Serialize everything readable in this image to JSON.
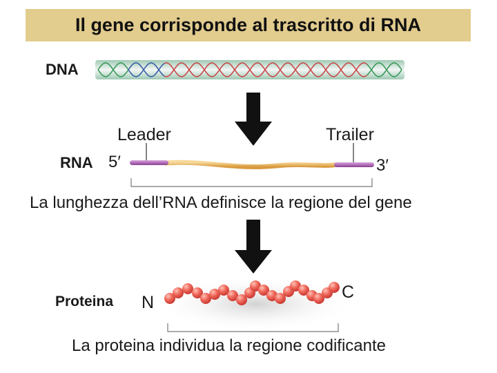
{
  "title": "Il gene corrisponde al trascritto di RNA",
  "colors": {
    "title_bg": "#e2cc8e",
    "dna_green": "#3a9a5a",
    "dna_blue": "#3b5fa8",
    "dna_red": "#c84a4a",
    "rna_body": "#e8b866",
    "rna_ends": "#b06ab8",
    "protein_bead": "#ee5a50"
  },
  "dna": {
    "label": "DNA"
  },
  "rna": {
    "label": "RNA",
    "five_prime": "5′",
    "three_prime": "3′",
    "leader": "Leader",
    "trailer": "Trailer",
    "caption": "La lunghezza dell’RNA definisce la regione del gene"
  },
  "protein": {
    "label": "Proteina",
    "n_term": "N",
    "c_term": "C",
    "caption": "La proteina individua la regione codificante"
  },
  "icons": [
    "down-arrow-icon",
    "down-arrow-icon"
  ]
}
